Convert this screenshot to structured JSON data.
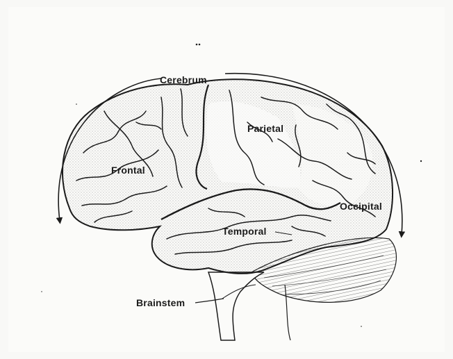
{
  "labels": {
    "cerebrum": "Cerebrum",
    "parietal": "Parietal",
    "frontal": "Frontal",
    "occipital": "Occipital",
    "temporal": "Temporal",
    "brainstem": "Brainstem"
  },
  "colors": {
    "ink": "#1b1b1b",
    "paper": "#fbfbf9",
    "shade": "#555555"
  }
}
